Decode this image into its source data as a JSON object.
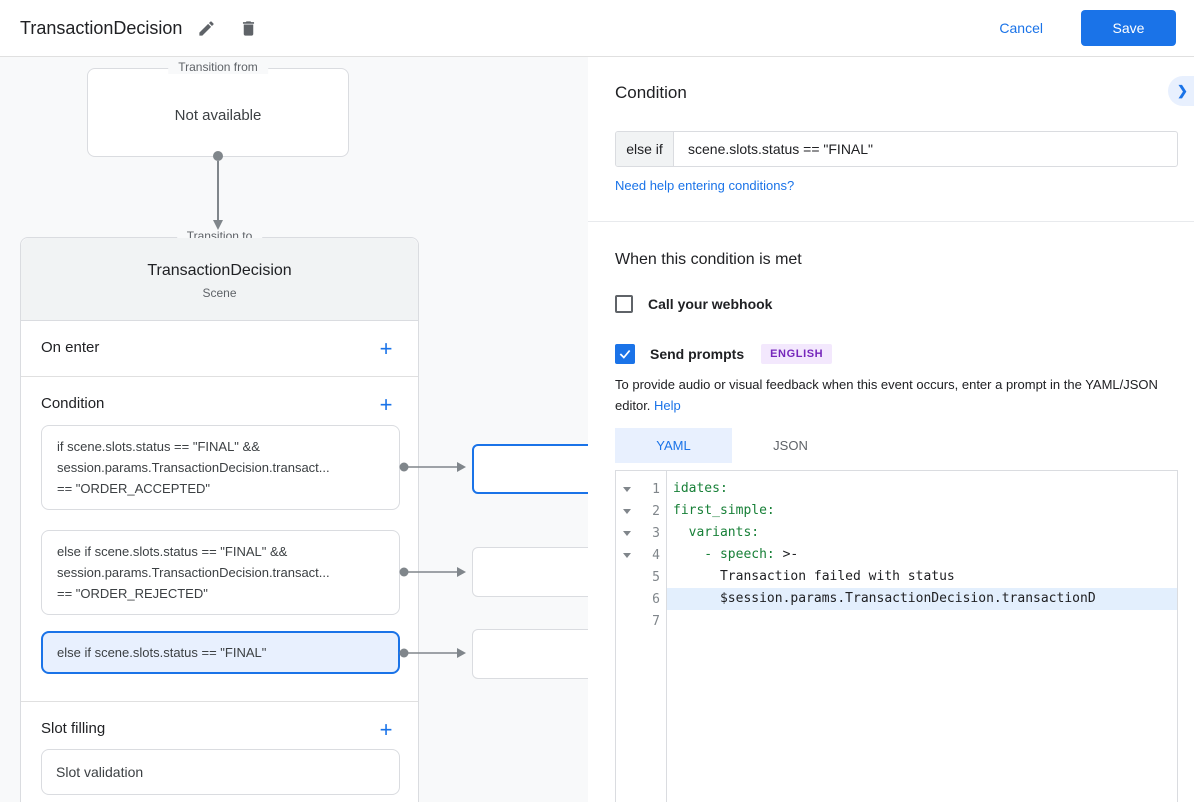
{
  "colors": {
    "accent_blue": "#1a73e8",
    "selected_bg": "#e8f0fe",
    "diagram_bg": "#f8f9fa",
    "header_gray": "#f1f3f4",
    "border_gray": "#dadce0",
    "code_green": "#188038",
    "badge_purple_text": "#7627bb",
    "badge_purple_bg": "#f3e8fd"
  },
  "icons": {
    "add": "+",
    "chevron_right": "❯"
  },
  "topbar": {
    "title": "TransactionDecision",
    "cancel_label": "Cancel",
    "save_label": "Save"
  },
  "diagram": {
    "transition_from": {
      "legend": "Transition from",
      "value": "Not available"
    },
    "transition_to": {
      "legend": "Transition to",
      "title": "TransactionDecision",
      "subtitle": "Scene",
      "on_enter_label": "On enter",
      "condition_label": "Condition",
      "slot_filling_label": "Slot filling",
      "slot_validation_label": "Slot validation",
      "conditions": [
        {
          "selected": false,
          "lines": [
            "if scene.slots.status == \"FINAL\" &&",
            "session.params.TransactionDecision.transact...",
            "== \"ORDER_ACCEPTED\""
          ]
        },
        {
          "selected": false,
          "lines": [
            "else if scene.slots.status == \"FINAL\" &&",
            "session.params.TransactionDecision.transact...",
            "== \"ORDER_REJECTED\""
          ]
        },
        {
          "selected": true,
          "lines": [
            "else if scene.slots.status == \"FINAL\""
          ]
        }
      ]
    }
  },
  "panel": {
    "condition_heading": "Condition",
    "condition_prefix": "else if",
    "condition_value": "scene.slots.status == \"FINAL\"",
    "help_link": "Need help entering conditions?",
    "when_heading": "When this condition is met",
    "webhook_label": "Call your webhook",
    "prompts_label": "Send prompts",
    "language_badge": "ENGLISH",
    "helper_text": "To provide audio or visual feedback when this event occurs, enter a prompt in the YAML/JSON editor. ",
    "helper_link": "Help",
    "tabs": [
      {
        "label": "YAML",
        "active": true
      },
      {
        "label": "JSON",
        "active": false
      }
    ],
    "editor": {
      "lines": [
        {
          "num": 1,
          "fold": true,
          "highlighted": false,
          "segments": [
            {
              "c": "g",
              "text": "idates:"
            }
          ]
        },
        {
          "num": 2,
          "fold": true,
          "highlighted": false,
          "segments": [
            {
              "c": "g",
              "text": "first_simple:"
            }
          ]
        },
        {
          "num": 3,
          "fold": true,
          "highlighted": false,
          "segments": [
            {
              "c": "g",
              "text": "  variants:"
            }
          ]
        },
        {
          "num": 4,
          "fold": true,
          "highlighted": false,
          "segments": [
            {
              "c": "g",
              "text": "    - speech:"
            },
            {
              "c": "d",
              "text": " >-"
            }
          ]
        },
        {
          "num": 5,
          "fold": false,
          "highlighted": false,
          "segments": [
            {
              "c": "d",
              "text": "      Transaction failed with status"
            }
          ]
        },
        {
          "num": 6,
          "fold": false,
          "highlighted": true,
          "segments": [
            {
              "c": "d",
              "text": "      $session.params.TransactionDecision.transactionD"
            }
          ]
        },
        {
          "num": 7,
          "fold": false,
          "highlighted": false,
          "segments": []
        }
      ]
    }
  }
}
